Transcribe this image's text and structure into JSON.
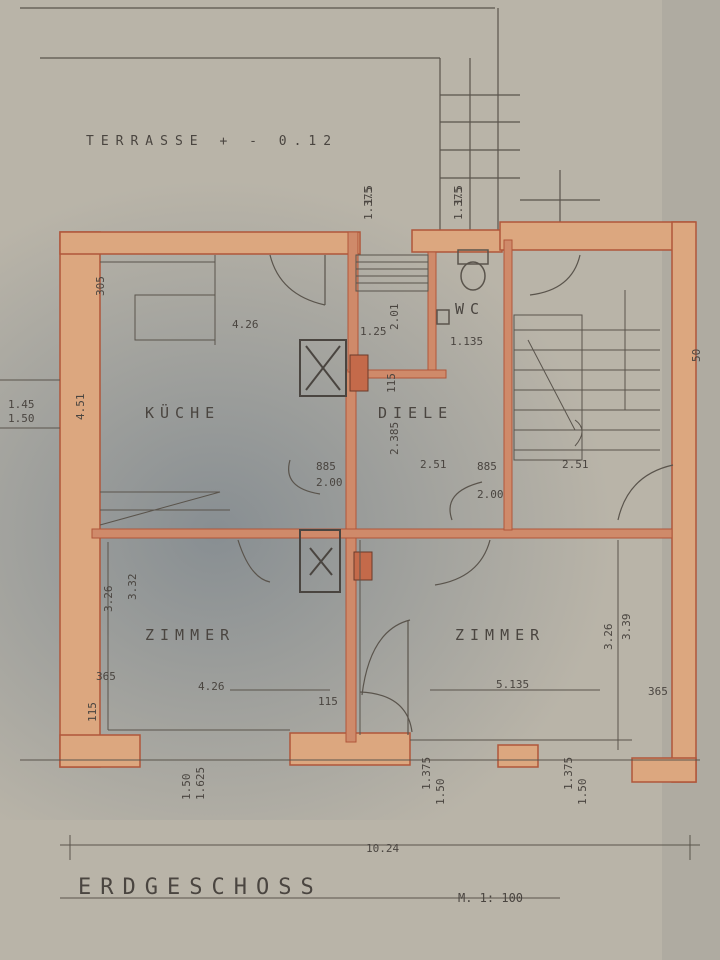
{
  "plan": {
    "title": "ERDGESCHOSS",
    "scale": "M. 1: 100",
    "terrace": "TERRASSE + - 0.12",
    "colors": {
      "paper": "#b9b4a8",
      "wall": "#dca77f",
      "wall_edge": "#b0563a",
      "pencil": "#5a544c"
    },
    "rooms": {
      "kitchen": "KÜCHE",
      "hall": "DIELE",
      "wc": "WC",
      "room_left": "ZIMMER",
      "room_right": "ZIMMER"
    },
    "dims": {
      "kitchen_width": "4.26",
      "kitchen_depth": "4.51",
      "kitchen_window": "305",
      "stair_width": "1.25",
      "stair_depth": "2.01",
      "wc_width": "1.135",
      "wall_thin": "115",
      "hall_depth": "2.385",
      "hall_width": "2.51",
      "stair_hall_width": "2.51",
      "door_left_a": "885",
      "door_left_b": "2.00",
      "door_right_a": "885",
      "door_right_b": "2.00",
      "room_left_height": "3.26",
      "room_left_height_b": "3.32",
      "room_left_width": "4.26",
      "room_left_corner": "365",
      "room_left_wall": "115",
      "room_wall_mid": "115",
      "room_right_width": "5.135",
      "room_right_height": "3.26",
      "room_right_height_b": "3.39",
      "room_right_corner": "365",
      "total_width": "10.24",
      "win_left_a": "1.50",
      "win_left_b": "1.625",
      "win_mid_a": "1.375",
      "win_mid_b": "1.50",
      "win_right_a": "1.375",
      "win_right_b": "1.50",
      "left_side_a": "1.45",
      "left_side_b": "1.50",
      "top_mid_a": "1.5",
      "top_mid_b": "1.375",
      "top_wc_a": "1.5",
      "top_wc_b": "1.375",
      "right_edge": "50"
    }
  }
}
